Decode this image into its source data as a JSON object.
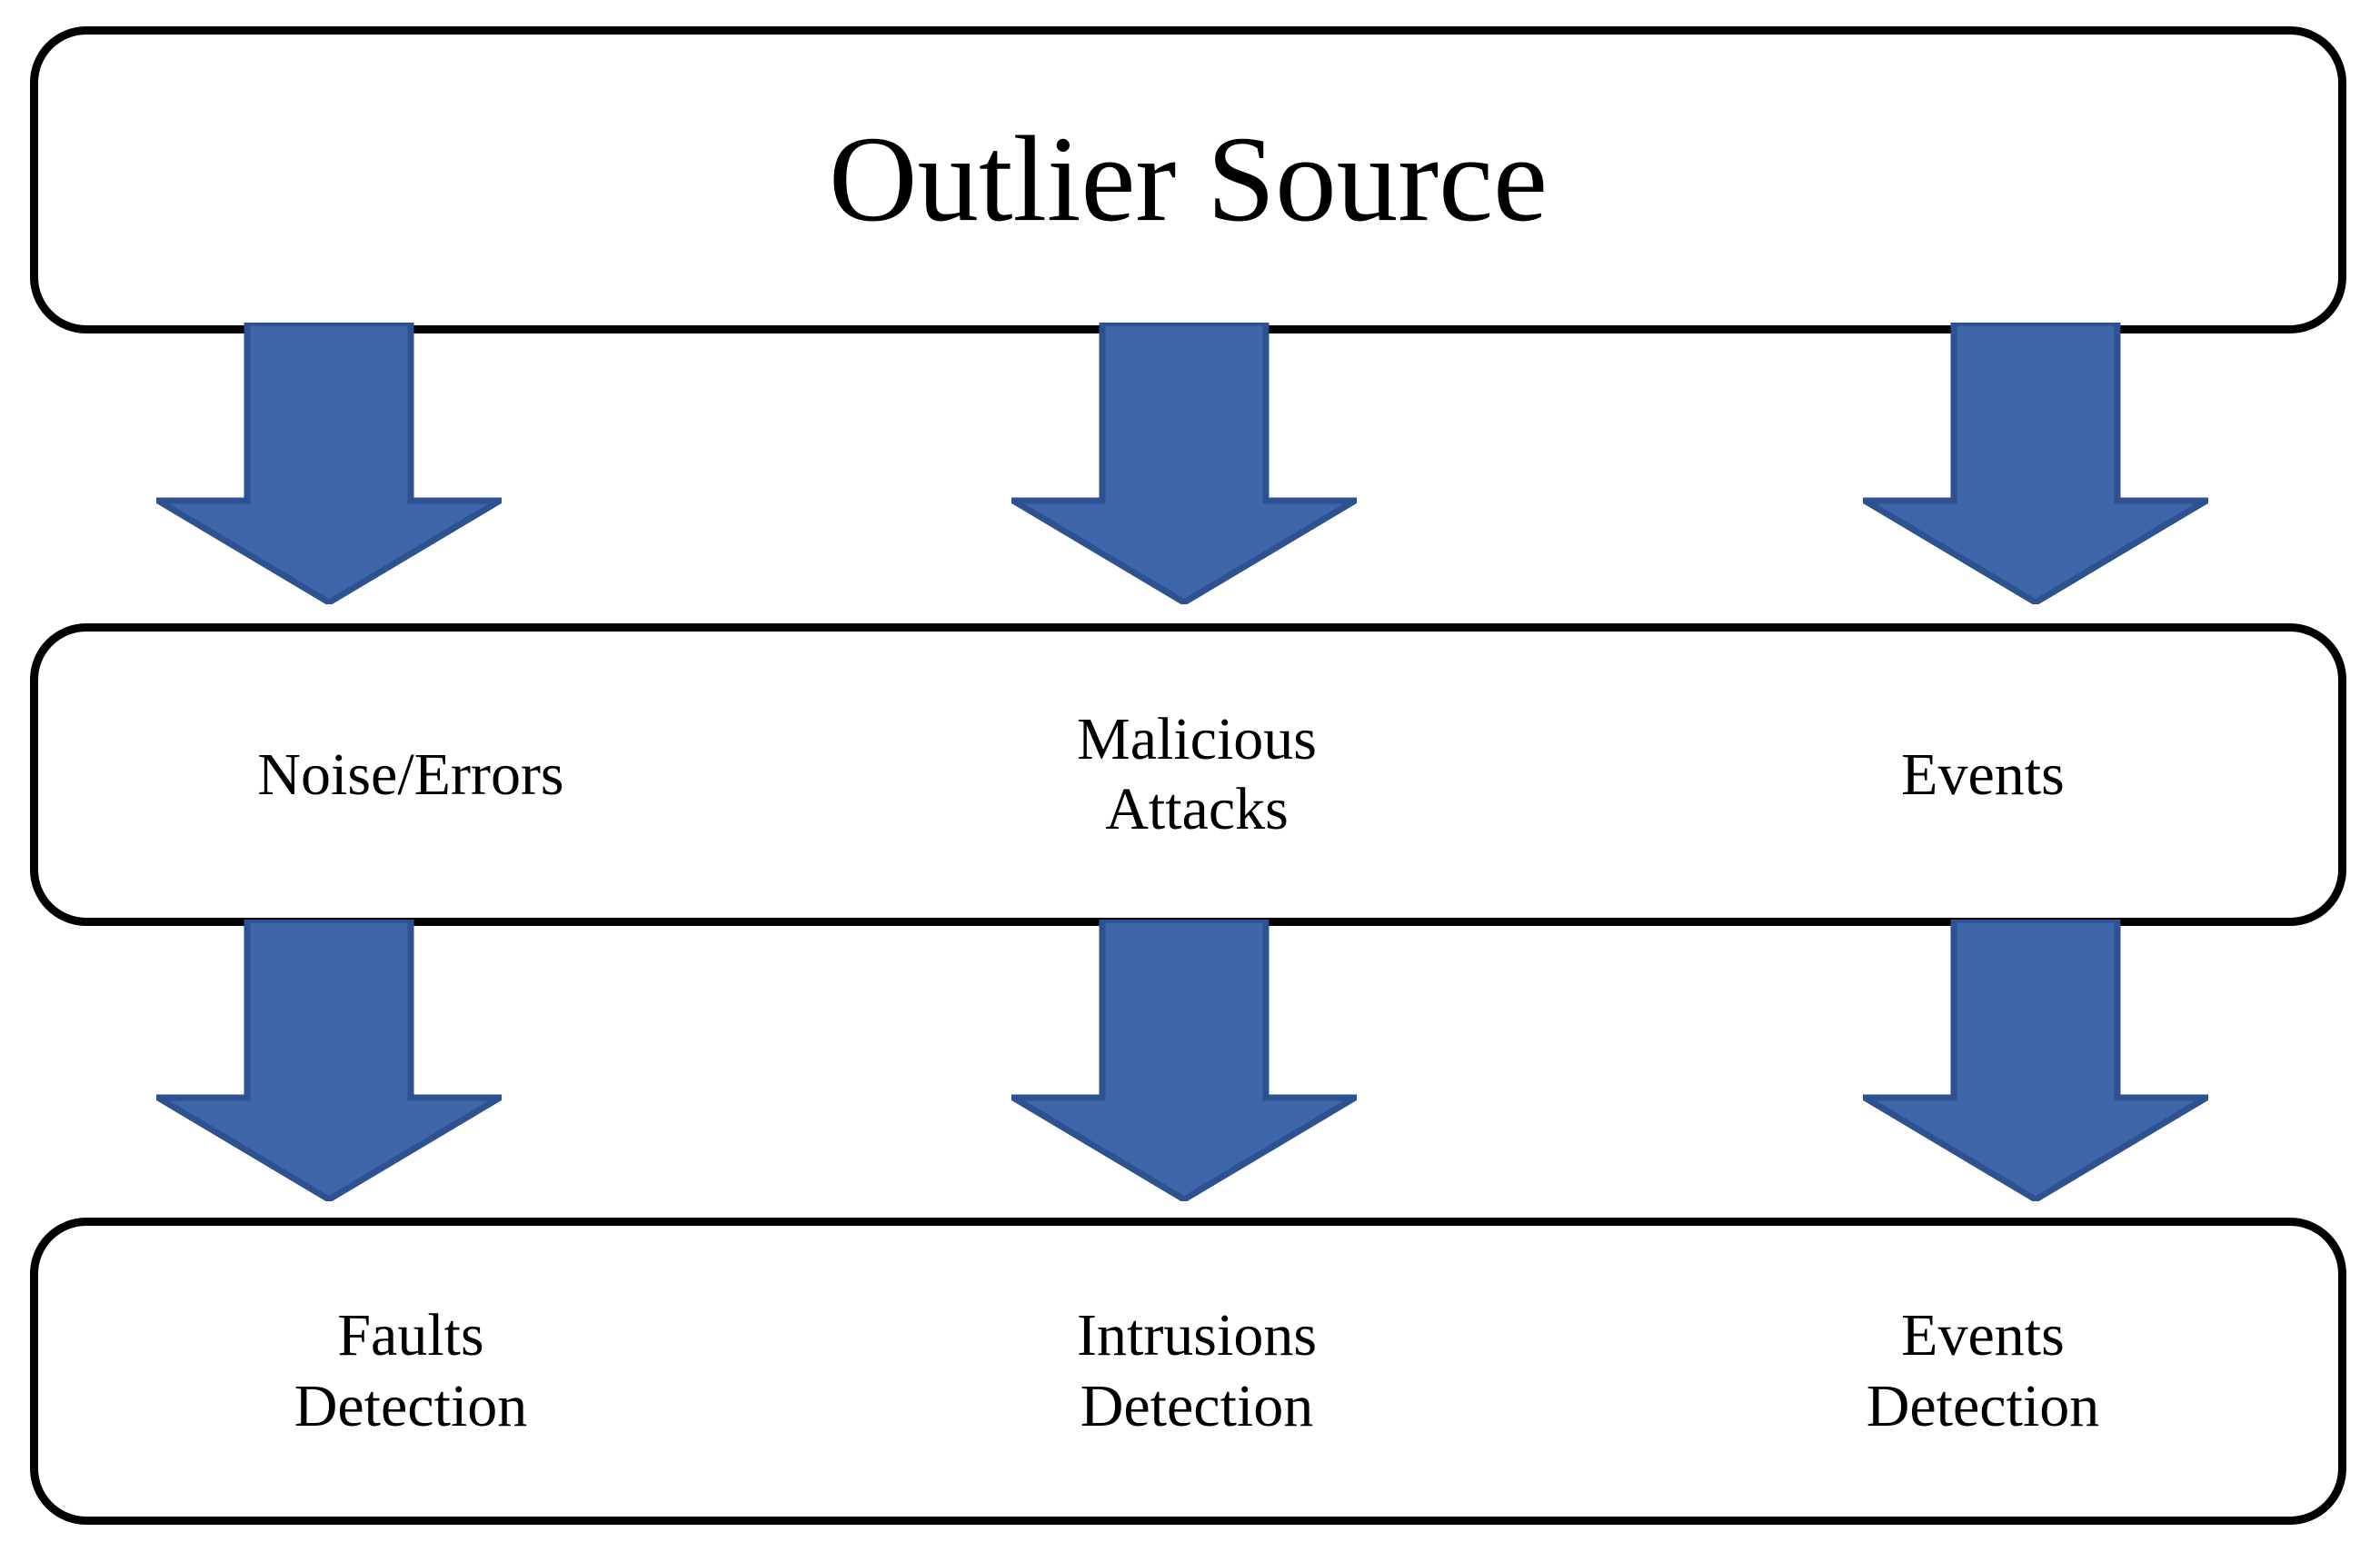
{
  "diagram": {
    "title": "Outlier Source",
    "theme": {
      "arrow_fill": "#3f66ab",
      "arrow_stroke": "#2d5191",
      "box_stroke": "#000000",
      "box_fill": "#ffffff",
      "text_color": "#000000"
    },
    "levels": [
      {
        "id": "source",
        "label": "Outlier Source",
        "columns": []
      },
      {
        "id": "outlier-types",
        "label": "",
        "columns": [
          {
            "id": "noise-errors",
            "lines": [
              "Noise/Errors"
            ]
          },
          {
            "id": "malicious-attacks",
            "lines": [
              "Malicious",
              "Attacks"
            ]
          },
          {
            "id": "events",
            "lines": [
              "Events"
            ]
          }
        ]
      },
      {
        "id": "detection-tasks",
        "label": "",
        "columns": [
          {
            "id": "faults-detection",
            "lines": [
              "Faults",
              "Detection"
            ]
          },
          {
            "id": "intrusions-detection",
            "lines": [
              "Intrusions",
              "Detection"
            ]
          },
          {
            "id": "events-detection",
            "lines": [
              "Events",
              "Detection"
            ]
          }
        ]
      }
    ],
    "connectors": [
      {
        "id": "source-to-noise",
        "direction": "down"
      },
      {
        "id": "source-to-malicious",
        "direction": "down"
      },
      {
        "id": "source-to-events",
        "direction": "down"
      },
      {
        "id": "noise-to-faults",
        "direction": "down"
      },
      {
        "id": "malicious-to-intrusions",
        "direction": "down"
      },
      {
        "id": "events-to-events-detection",
        "direction": "down"
      }
    ]
  }
}
